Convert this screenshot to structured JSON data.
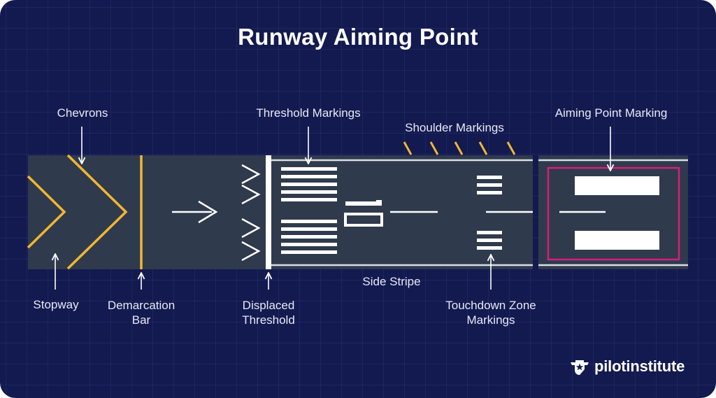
{
  "title": "Runway Aiming Point",
  "labels": {
    "chevrons": "Chevrons",
    "threshold_markings": "Threshold Markings",
    "shoulder_markings": "Shoulder Markings",
    "aiming_point_marking": "Aiming Point Marking",
    "stopway": "Stopway",
    "demarcation_bar_1": "Demarcation",
    "demarcation_bar_2": "Bar",
    "displaced_threshold_1": "Displaced",
    "displaced_threshold_2": "Threshold",
    "side_stripe": "Side Stripe",
    "touchdown_zone_1": "Touchdown Zone",
    "touchdown_zone_2": "Markings"
  },
  "brand": {
    "name": "pilotinstitute",
    "icon": "star-shield-icon"
  },
  "colors": {
    "background": "#131a4f",
    "runway": "#2f3a4d",
    "marking_white": "#ffffff",
    "marking_yellow": "#f2b632",
    "highlight_magenta": "#d61f7a"
  }
}
